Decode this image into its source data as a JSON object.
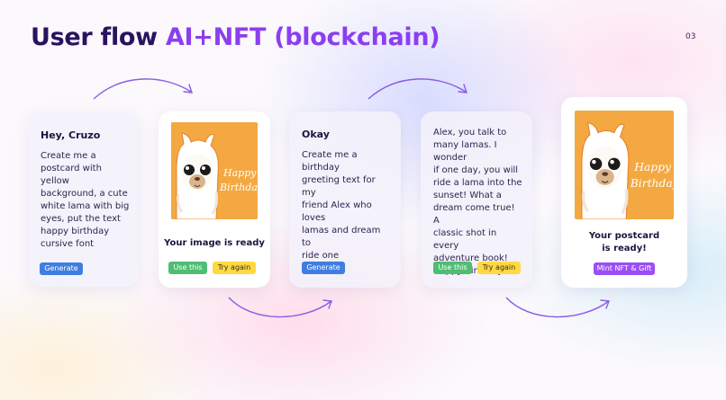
{
  "header": {
    "title_main": "User flow ",
    "title_accent": "AI+NFT (blockchain)",
    "page_number": "03"
  },
  "steps": [
    {
      "heading": "Hey, Cruzo",
      "text": "Create me a\npostcard with yellow\nbackground, a cute\nwhite lama with big\neyes, put the text\nhappy birthday\ncursive font",
      "button": "Generate"
    },
    {
      "caption": "Your image is ready",
      "card_text_line1": "Happy",
      "card_text_line2": "Birthday",
      "buttons": [
        "Use this",
        "Try again"
      ]
    },
    {
      "heading": "Okay",
      "text": "Create me a birthday\ngreeting text for my\nfriend Alex who loves\nlamas and dream to\nride one",
      "button": "Generate"
    },
    {
      "text": "Alex, you talk to\nmany lamas. I wonder\nif one day, you will\nride a lama into the\nsunset! What a\ndream come true! A\nclassic shot in every\nadventure book!\nHappy birthday",
      "buttons": [
        "Use this",
        "Try again"
      ]
    },
    {
      "caption": "Your postcard\nis ready!",
      "card_text_line1": "Happy",
      "card_text_line2": "Birthday",
      "button": "Mint NFT & Gift"
    }
  ],
  "colors": {
    "title": "#2a1260",
    "accent": "#8b3ff0",
    "generate_button": "#3f7ee0",
    "use_button": "#4fbd72",
    "try_button": "#ffd943",
    "mint_button": "#9b4ef5",
    "postcard_background": "#f3a842"
  },
  "icons": [
    "llama-illustration",
    "flow-arrow"
  ]
}
